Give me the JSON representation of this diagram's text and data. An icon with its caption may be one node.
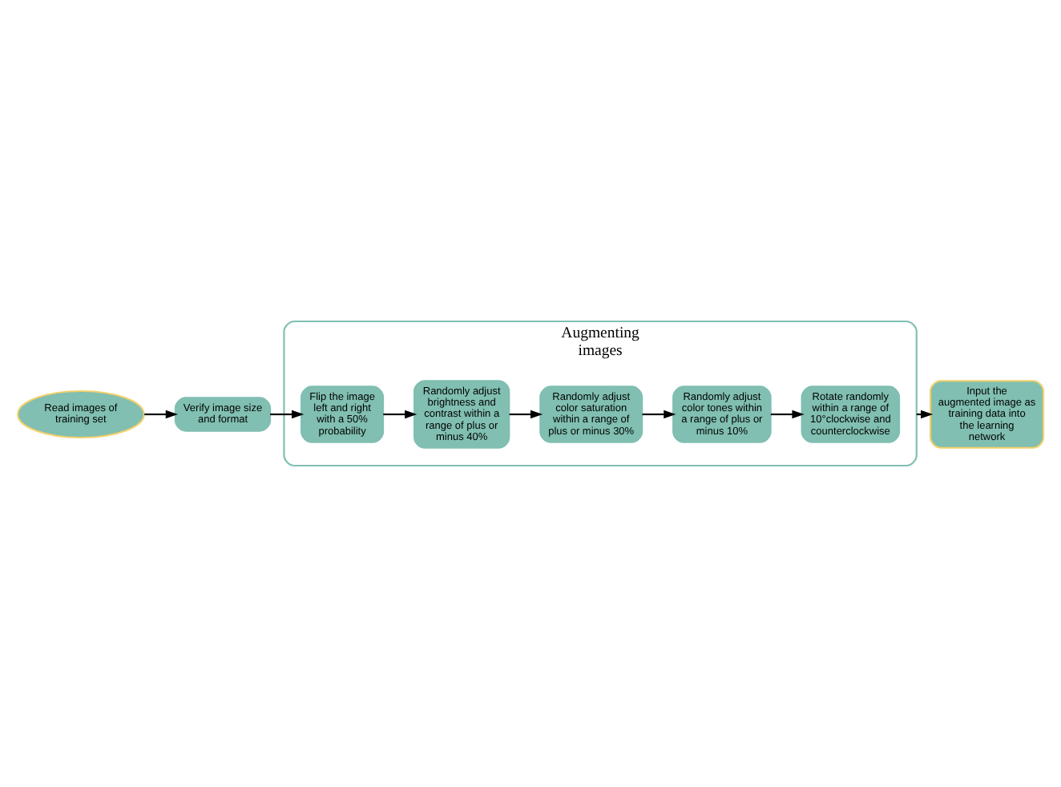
{
  "diagram": {
    "nodes": [
      {
        "text": [
          "Augmenting images"
        ]
      },
      {
        "text": [
          "Verify image size and format"
        ]
      },
      {
        "text": [
          "Read images of training set"
        ]
      },
      {
        "text": [
          "Flip the image left and right with a 50% probability"
        ],
        "in": 0
      },
      {
        "text": [
          "Randomly adjust brightness and contrast within a range of plus or minus 40%"
        ],
        "in": 0
      },
      {
        "text": [
          "Randomly adjust color saturation within a range of plus or minus 30%"
        ],
        "in": 0
      },
      {
        "text": [
          "Randomly adjust color tones within a range of plus or minus 10%"
        ],
        "in": 0
      },
      {
        "text": [
          "Rotate randomly within a range of 10°clockwise and counterclockwise"
        ],
        "in": 0
      },
      {
        "text": [
          "Input the augmented image as training data into the learning network"
        ]
      }
    ],
    "edges": [
      {
        "from": 2,
        "to": 1,
        "arrow": "to"
      },
      {
        "from": 1,
        "to": 3,
        "arrow": "to"
      },
      {
        "from": 3,
        "to": 4,
        "arrow": "to"
      },
      {
        "from": 4,
        "to": 5,
        "arrow": "to"
      },
      {
        "from": 5,
        "to": 6,
        "arrow": "to"
      },
      {
        "from": 6,
        "to": 7,
        "arrow": "to"
      },
      {
        "from": 0,
        "to": 8,
        "arrow": "to"
      }
    ]
  }
}
